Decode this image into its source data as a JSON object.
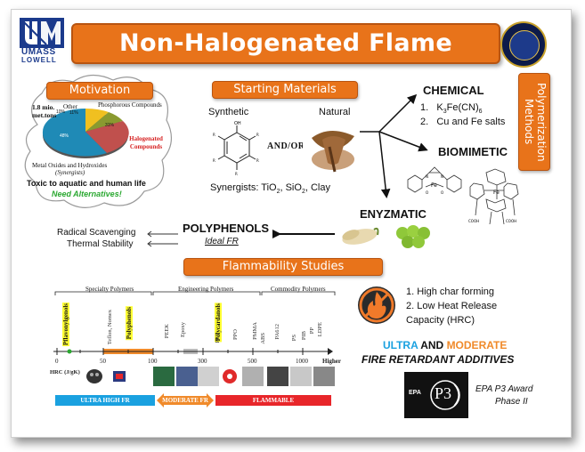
{
  "title": "Non-Halogenated Flame Retardants",
  "logo": {
    "line1": "UMASS",
    "line2": "LOWELL"
  },
  "motivation": {
    "label": "Motivation",
    "pie_amount": "1.8 mio. met.tons",
    "pie_labels": {
      "other": "Other",
      "phosphorous": "Phosphorous Compounds",
      "halogenated": "Halogenated Compounds",
      "metal": "Metal Oxides and Hydroxides",
      "synergists": "(Synergists)"
    },
    "pie_pct": {
      "other": "10%",
      "phos": "11%",
      "halo": "31%",
      "metal": "48%"
    },
    "toxic": "Toxic to aquatic and human life",
    "need": "Need Alternatives!"
  },
  "starting_materials": {
    "label": "Starting Materials",
    "synthetic": "Synthetic",
    "natural": "Natural",
    "andor": "AND/OR",
    "synergists": "Synergists: TiO",
    "syn_sub": "2",
    "syn_rest": ", SiO",
    "syn_sub2": "2",
    "syn_tail": ", Clay"
  },
  "chemical": {
    "heading": "CHEMICAL",
    "item1_num": "1.",
    "item1": "K",
    "item1_sub": "3",
    "item1_mid": "Fe(CN)",
    "item1_sub2": "6",
    "item2_num": "2.",
    "item2": "Cu and Fe salts"
  },
  "biomimetic": "BIOMIMETIC",
  "enzymatic": "ENYZMATIC",
  "polymerization_methods": "Polymerization Methods",
  "polyphenols": {
    "heading": "POLYPHENOLS",
    "sub": "Ideal FR"
  },
  "props": {
    "p1": "Radical Scavenging",
    "p2": "Thermal Stability"
  },
  "flammability": {
    "label": "Flammability Studies",
    "groups": {
      "specialty": "Specialty Polymers",
      "engineering": "Engineering Polymers",
      "commodity": "Commodity Polymers"
    },
    "highlighted": [
      "Pflavonylgenols",
      "Polyphenols",
      "Polycardanols"
    ],
    "polymers": [
      "Teflon, Nomex",
      "PEEK",
      "Epoxy",
      "PET",
      "PPO",
      "PMMA",
      "ABS",
      "PA612",
      "PS",
      "PIB",
      "PP",
      "LDPE"
    ],
    "ticks": [
      "0",
      "50",
      "100",
      "300",
      "500",
      "1000"
    ],
    "higher": "Higher",
    "hrc_label": "HRC (J/gK)",
    "bars": {
      "ultra": "ULTRA HIGH FR",
      "moderate": "MODERATE FR",
      "flammable": "FLAMMABLE"
    }
  },
  "benefits": {
    "b1": "1. High char forming",
    "b2": "2. Low Heat Release",
    "b3": "Capacity (HRC)"
  },
  "additives": {
    "ultra": "ULTRA",
    "and": "AND",
    "moderate": "MODERATE",
    "line2": "FIRE RETARDANT ADDITIVES"
  },
  "award": {
    "logo_text": "EPA",
    "p3": "P3",
    "line1": "EPA P3 Award",
    "line2": "Phase II"
  },
  "colors": {
    "orange": "#e8731a",
    "ultra_blue": "#1aa1e0",
    "moderate_orange": "#f08a2a",
    "flammable_red": "#e8262a",
    "need_green": "#2aa830",
    "halo_red": "#d62222"
  }
}
